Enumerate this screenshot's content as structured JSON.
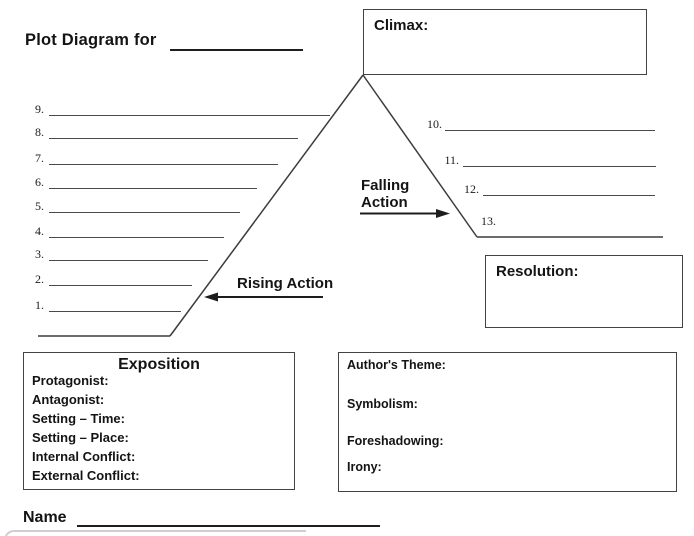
{
  "header": {
    "title": "Plot Diagram for"
  },
  "climax": {
    "label": "Climax:"
  },
  "resolution": {
    "label": "Resolution:"
  },
  "rising_action": {
    "label": "Rising Action"
  },
  "falling_action": {
    "line1": "Falling",
    "line2": "Action"
  },
  "left_lines": [
    {
      "num": "9."
    },
    {
      "num": "8."
    },
    {
      "num": "7."
    },
    {
      "num": "6."
    },
    {
      "num": "5."
    },
    {
      "num": "4."
    },
    {
      "num": "3."
    },
    {
      "num": "2."
    },
    {
      "num": "1."
    }
  ],
  "right_lines": [
    {
      "num": "10."
    },
    {
      "num": "11."
    },
    {
      "num": "12."
    },
    {
      "num": "13."
    }
  ],
  "exposition": {
    "title": "Exposition",
    "fields": [
      "Protagonist:",
      "Antagonist:",
      "Setting – Time:",
      "Setting – Place:",
      "Internal Conflict:",
      "External Conflict:"
    ]
  },
  "analysis": {
    "fields": [
      "Author's Theme:",
      "Symbolism:",
      "Foreshadowing:",
      "Irony:"
    ]
  },
  "footer": {
    "name_label": "Name"
  },
  "colors": {
    "ink": "#141414",
    "rule_line": "#4a4a4a",
    "box_border": "#434343"
  }
}
